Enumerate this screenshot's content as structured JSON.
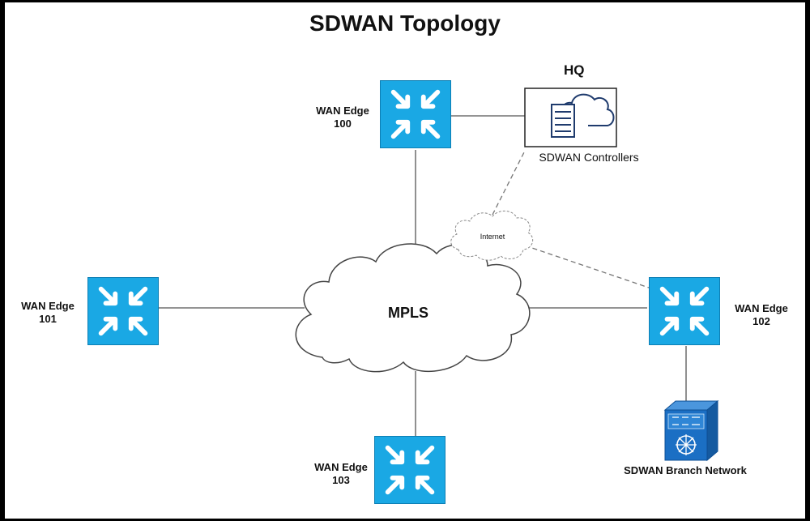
{
  "title": "SDWAN Topology",
  "hq_label": "HQ",
  "controllers_label": "SDWAN Controllers",
  "internet_label": "Internet",
  "mpls_label": "MPLS",
  "branch_label": "SDWAN Branch Network",
  "edges": {
    "e100": "WAN Edge\n100",
    "e101": "WAN Edge\n101",
    "e102": "WAN Edge\n102",
    "e103": "WAN Edge\n103"
  },
  "colors": {
    "router": "#1aa8e4",
    "router_border": "#0d7fb4",
    "controller_icon": "#1f3b6d",
    "switch": "#1b6fc4",
    "line": "#555555"
  }
}
